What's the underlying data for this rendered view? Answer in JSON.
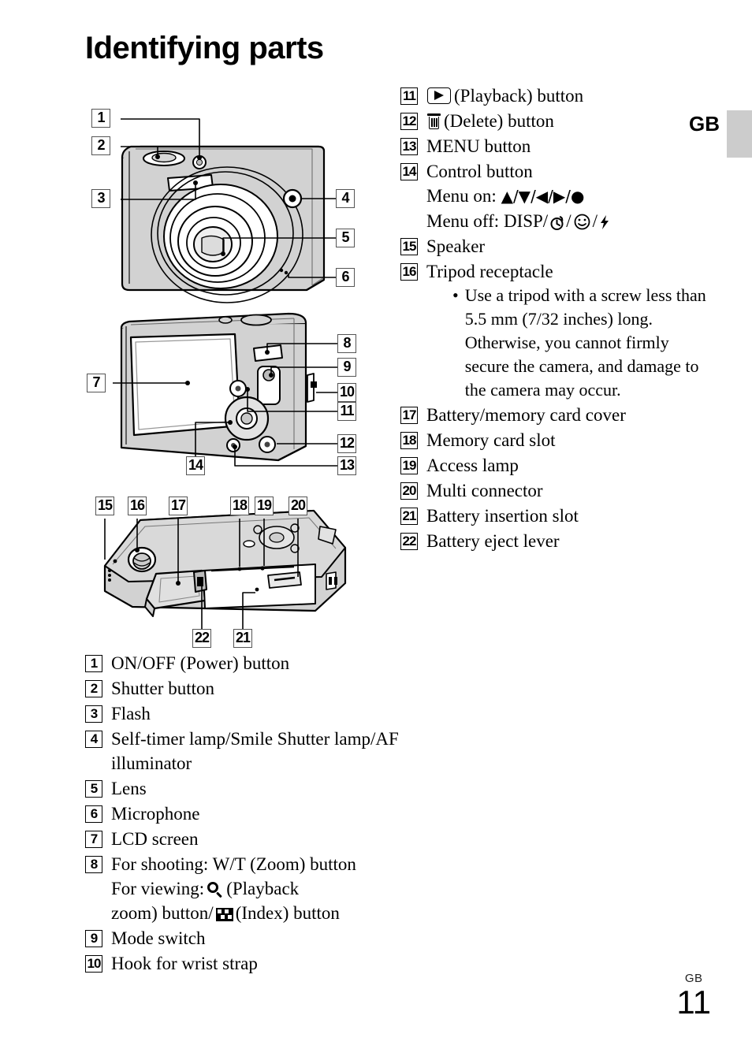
{
  "page": {
    "title": "Identifying parts",
    "side_tab_label": "GB",
    "footer_lang": "GB",
    "footer_page": "11",
    "tab_color": "#cccccc"
  },
  "left_list": [
    {
      "num": "1",
      "text": "ON/OFF (Power) button"
    },
    {
      "num": "2",
      "text": "Shutter button"
    },
    {
      "num": "3",
      "text": "Flash"
    },
    {
      "num": "4",
      "text": "Self-timer lamp/Smile Shutter",
      "line2": "lamp/AF illuminator"
    },
    {
      "num": "5",
      "text": "Lens"
    },
    {
      "num": "6",
      "text": "Microphone"
    },
    {
      "num": "7",
      "text": "LCD screen"
    },
    {
      "num": "8",
      "text": "For shooting: W/T (Zoom)",
      "line2": "button"
    },
    {
      "num": "9",
      "text": "Mode switch"
    },
    {
      "num": "10",
      "text": "Hook for wrist strap"
    }
  ],
  "item8_viewing": {
    "prefix": "For viewing:",
    "zoom_icon": "magnifier-icon",
    "mid": "(Playback",
    "line2_prefix": "zoom) button/",
    "index_icon": "index-icon",
    "line2_suffix": "(Index) button"
  },
  "right_list": [
    {
      "num": "11",
      "icon": "playback-icon",
      "text": "(Playback) button"
    },
    {
      "num": "12",
      "icon": "trash-icon",
      "text": "(Delete) button"
    },
    {
      "num": "13",
      "text": "MENU button"
    },
    {
      "num": "14",
      "text": "Control button"
    },
    {
      "num": "15",
      "text": "Speaker"
    },
    {
      "num": "16",
      "text": "Tripod receptacle"
    },
    {
      "num": "17",
      "text": "Battery/memory card cover"
    },
    {
      "num": "18",
      "text": "Memory card slot"
    },
    {
      "num": "19",
      "text": "Access lamp"
    },
    {
      "num": "20",
      "text": "Multi connector"
    },
    {
      "num": "21",
      "text": "Battery insertion slot"
    },
    {
      "num": "22",
      "text": "Battery eject lever"
    }
  ],
  "control_button": {
    "menu_on_label": "Menu on:",
    "menu_on_glyphs": "▲/▼/◀/▶/●",
    "menu_off_label": "Menu off:",
    "menu_off_disp": "DISP/",
    "menu_off_selftimer": "selftimer-icon",
    "menu_off_smile": "smile-icon",
    "menu_off_flash": "flash-icon",
    "slash": "/"
  },
  "tripod_note": {
    "bullet": "•",
    "text": "Use a tripod with a screw less than 5.5 mm (7/32 inches) long. Otherwise, you cannot firmly secure the camera, and damage to the camera may occur."
  },
  "figures": {
    "front": {
      "name": "camera-front-view",
      "callouts": [
        "1",
        "2",
        "3",
        "4",
        "5",
        "6"
      ]
    },
    "back": {
      "name": "camera-back-view",
      "callouts": [
        "7",
        "8",
        "9",
        "10",
        "11",
        "12",
        "13",
        "14"
      ]
    },
    "bottom": {
      "name": "camera-bottom-view",
      "callouts": [
        "15",
        "16",
        "17",
        "18",
        "19",
        "20",
        "21",
        "22"
      ]
    },
    "body_fill": "#d2d2d2",
    "screen_fill": "#ffffff",
    "outline": "#000000"
  }
}
